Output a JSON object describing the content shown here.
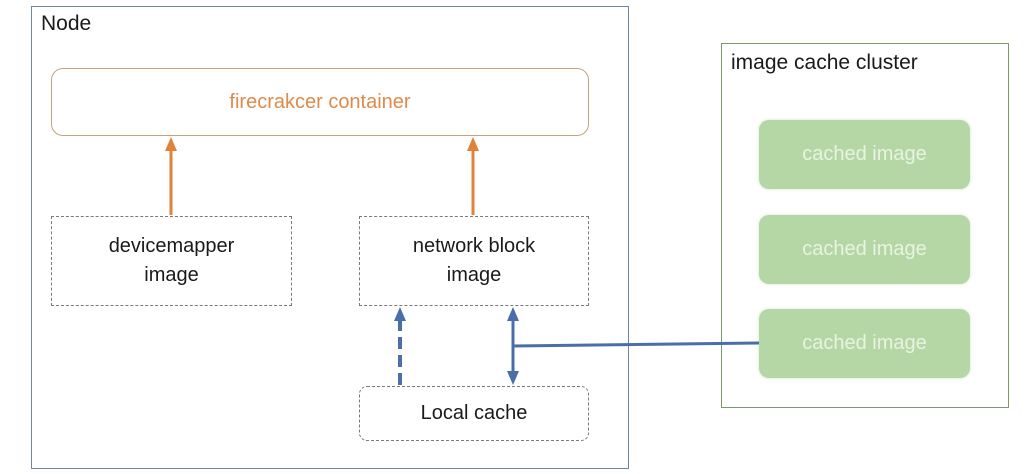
{
  "node": {
    "title": "Node"
  },
  "firecracker": {
    "label": "firecrakcer container"
  },
  "devicemapper": {
    "line1": "devicemapper",
    "line2": "image"
  },
  "network_block": {
    "line1": "network block",
    "line2": "image"
  },
  "local_cache": {
    "label": "Local cache"
  },
  "cluster": {
    "title": "image cache cluster",
    "items": [
      {
        "label": "cached image"
      },
      {
        "label": "cached image"
      },
      {
        "label": "cached image"
      }
    ]
  },
  "colors": {
    "orange_arrow": "#e0823a",
    "blue_arrow": "#4a6fa8",
    "cached_fill": "#b5d6a5"
  }
}
